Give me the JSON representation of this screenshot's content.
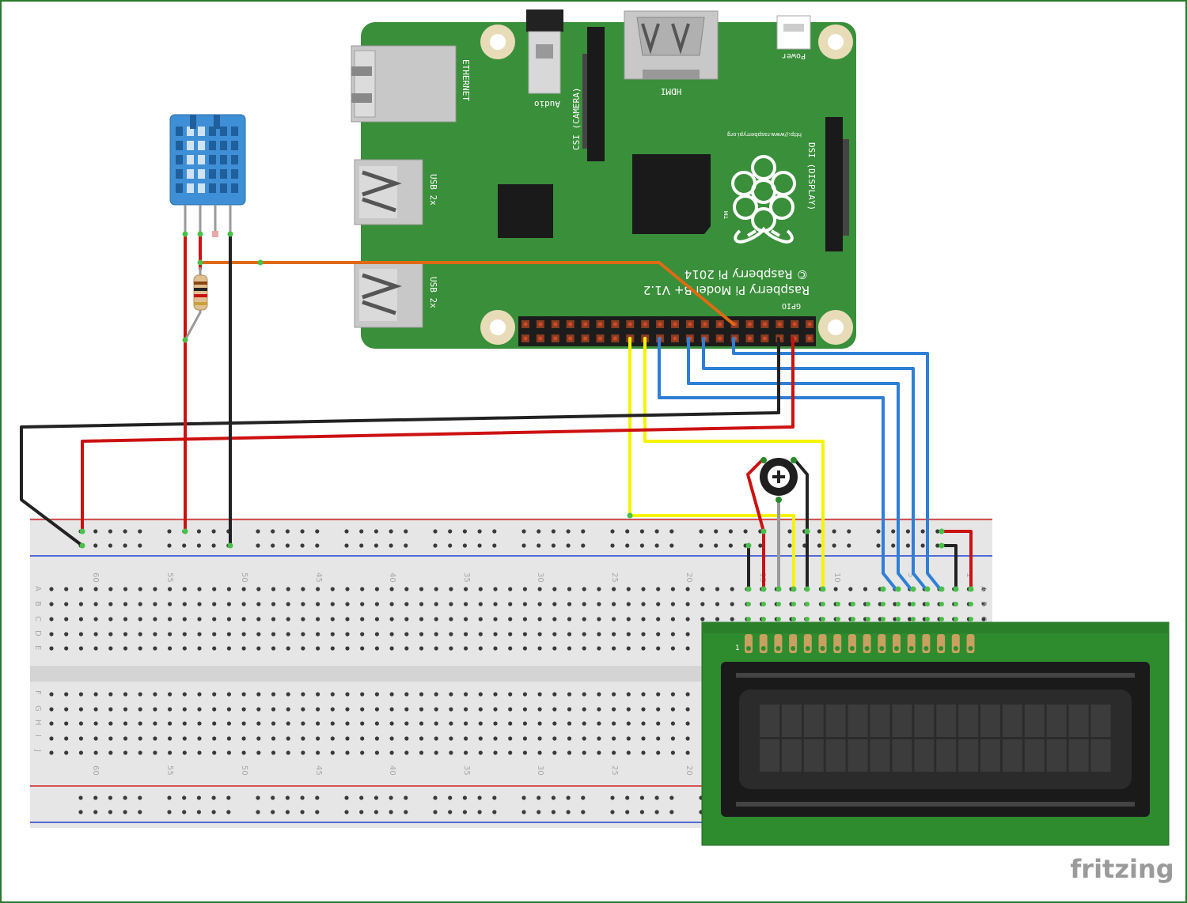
{
  "raspberry_pi": {
    "labels": {
      "ethernet": "ETHERNET",
      "audio": "Audio",
      "camera": "CSI (CAMERA)",
      "hdmi": "HDMI",
      "power": "Power",
      "url": "http://www.raspberrypi.org",
      "display": "DSI (DISPLAY)",
      "usb_top": "USB 2x",
      "usb_bottom": "USB 2x",
      "copyright": "© Raspberry Pi 2014",
      "model": "Raspberry Pi Model B+ V1.2",
      "gpio": "GPIO",
      "tm": "TM"
    }
  },
  "breadboard": {
    "top_numbers": [
      "60",
      "55",
      "50",
      "45",
      "40",
      "35",
      "30",
      "25",
      "20",
      "15",
      "10",
      "5",
      "1"
    ],
    "bottom_numbers": [
      "60",
      "55",
      "50",
      "45",
      "40",
      "35",
      "30",
      "25",
      "20"
    ],
    "rows_top": [
      "A",
      "B",
      "C",
      "D",
      "E"
    ],
    "rows_bottom": [
      "F",
      "G",
      "H",
      "I",
      "J"
    ],
    "rows_right": [
      "A",
      "B",
      "C"
    ]
  },
  "lcd": {
    "pin1_label": "1"
  },
  "logo": {
    "text": "fritzing"
  },
  "colors": {
    "pcb_green": "#3a8f3a",
    "lcd_green": "#2e8b2e",
    "wire_red": "#cc1111",
    "wire_black": "#222222",
    "wire_yellow": "#f5f500",
    "wire_blue": "#2f7fd6",
    "wire_orange": "#e06a14",
    "sensor_blue": "#3f8fd6"
  }
}
